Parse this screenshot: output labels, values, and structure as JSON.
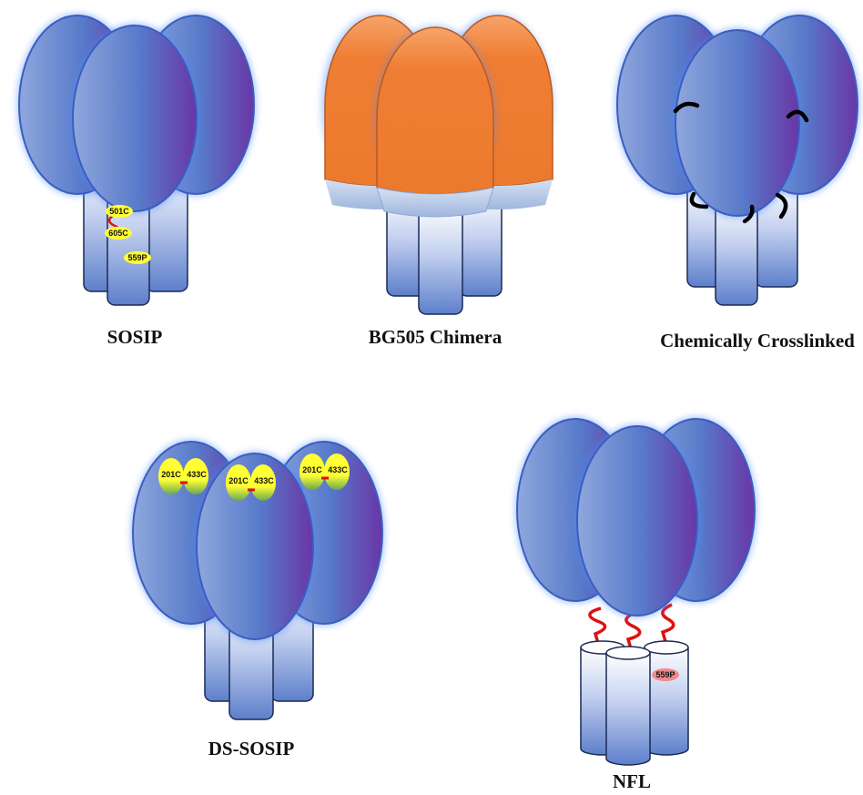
{
  "colors": {
    "blue_light": "#8fa7dd",
    "blue_mid": "#5779c9",
    "purple": "#6a35a6",
    "orange": "#ef7d33",
    "glow": "#4f8cff",
    "yellow": "#ffff33",
    "green": "#6aa84f",
    "red_linker": "#e01010",
    "pink": "#f08a8a"
  },
  "panels": [
    {
      "caption": "SOSIP",
      "labels": [
        "501C",
        "605C",
        "559P"
      ]
    },
    {
      "caption": "BG505 Chimera"
    },
    {
      "caption": "Chemically Crosslinked"
    },
    {
      "caption": "DS-SOSIP",
      "labels": [
        "201C",
        "433C",
        "201C",
        "433C",
        "201C",
        "433C"
      ]
    },
    {
      "caption": "NFL",
      "labels": [
        "559P"
      ]
    }
  ]
}
